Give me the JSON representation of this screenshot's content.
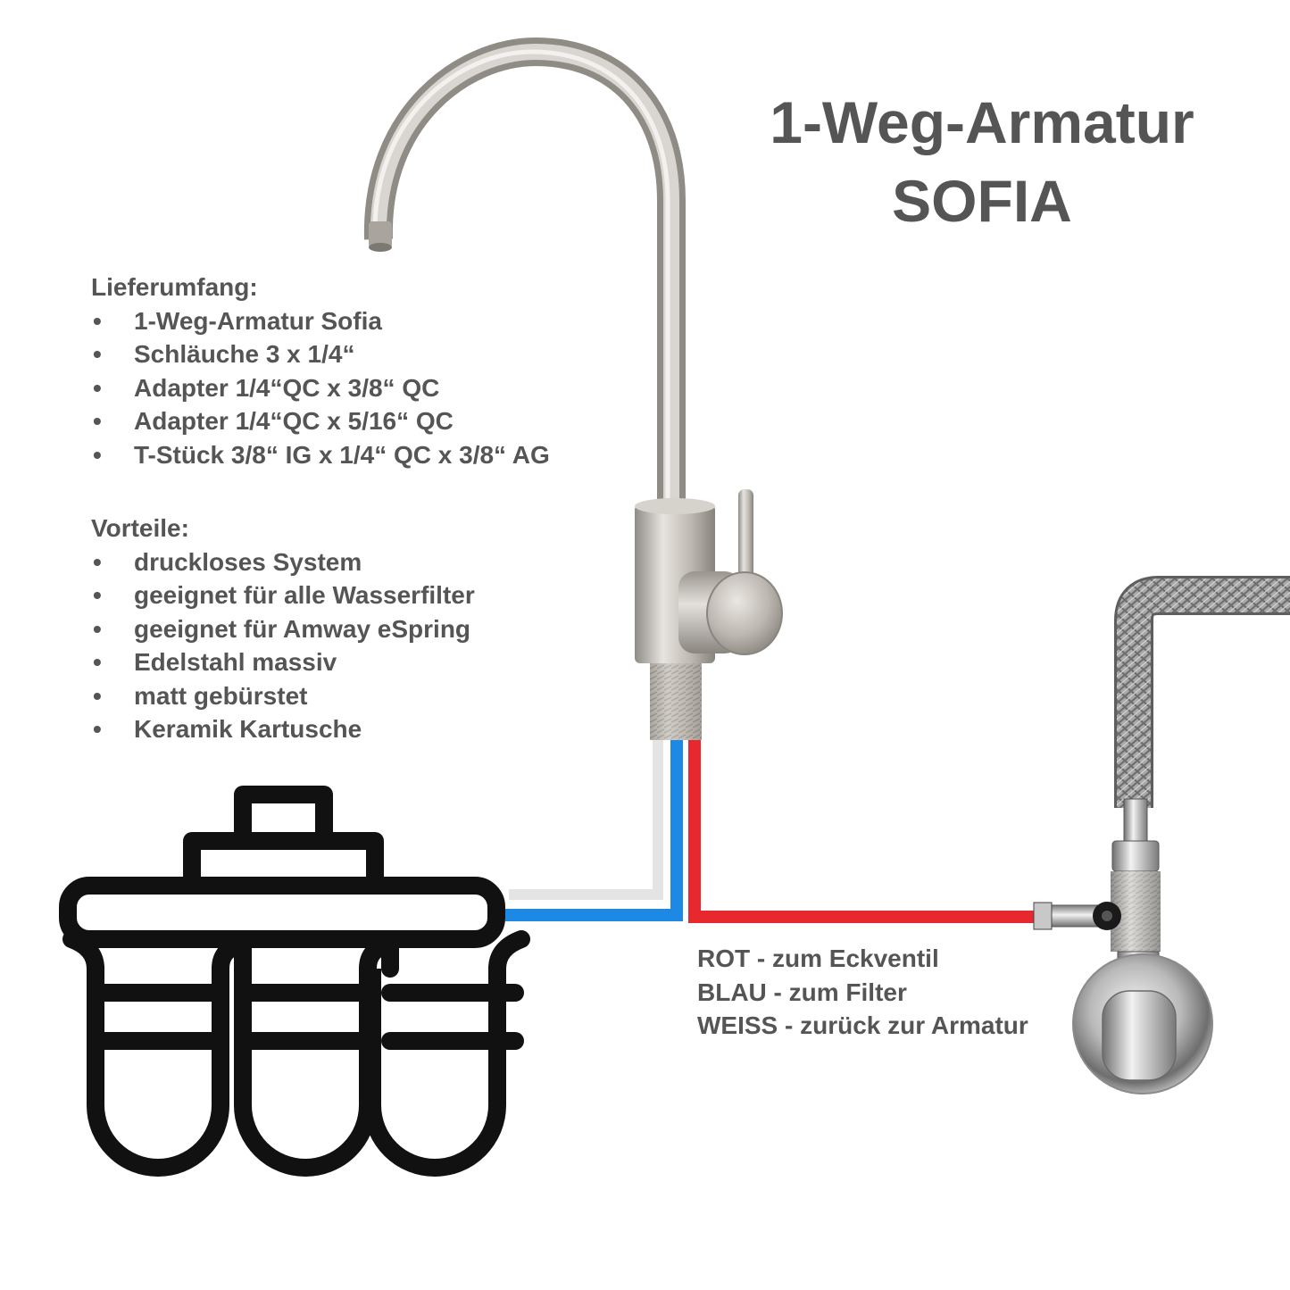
{
  "title": {
    "line1": "1-Weg-Armatur",
    "line2": "SOFIA"
  },
  "scope": {
    "heading": "Lieferumfang:",
    "items": [
      "1-Weg-Armatur Sofia",
      "Schläuche 3 x 1/4“",
      "Adapter 1/4“QC x 3/8“ QC",
      "Adapter 1/4“QC x 5/16“ QC",
      "T-Stück 3/8“ IG x 1/4“ QC x 3/8“ AG"
    ]
  },
  "benefits": {
    "heading": "Vorteile:",
    "items": [
      "druckloses System",
      "geeignet für alle Wasserfilter",
      "geeignet für Amway eSpring",
      "Edelstahl massiv",
      "matt gebürstet",
      "Keramik Kartusche"
    ]
  },
  "legend": [
    "ROT - zum Eckventil",
    "BLAU - zum Filter",
    "WEISS - zurück zur Armatur"
  ],
  "bullet": "•",
  "colors": {
    "text": "#555555",
    "red_hose": "#e8282f",
    "blue_hose": "#1e88e5",
    "white_hose": "#e4e4e4",
    "outline": "#111111"
  },
  "icons": {
    "faucet": "faucet-icon",
    "filter": "filter-icon",
    "angle_valve": "angle-valve-icon"
  }
}
